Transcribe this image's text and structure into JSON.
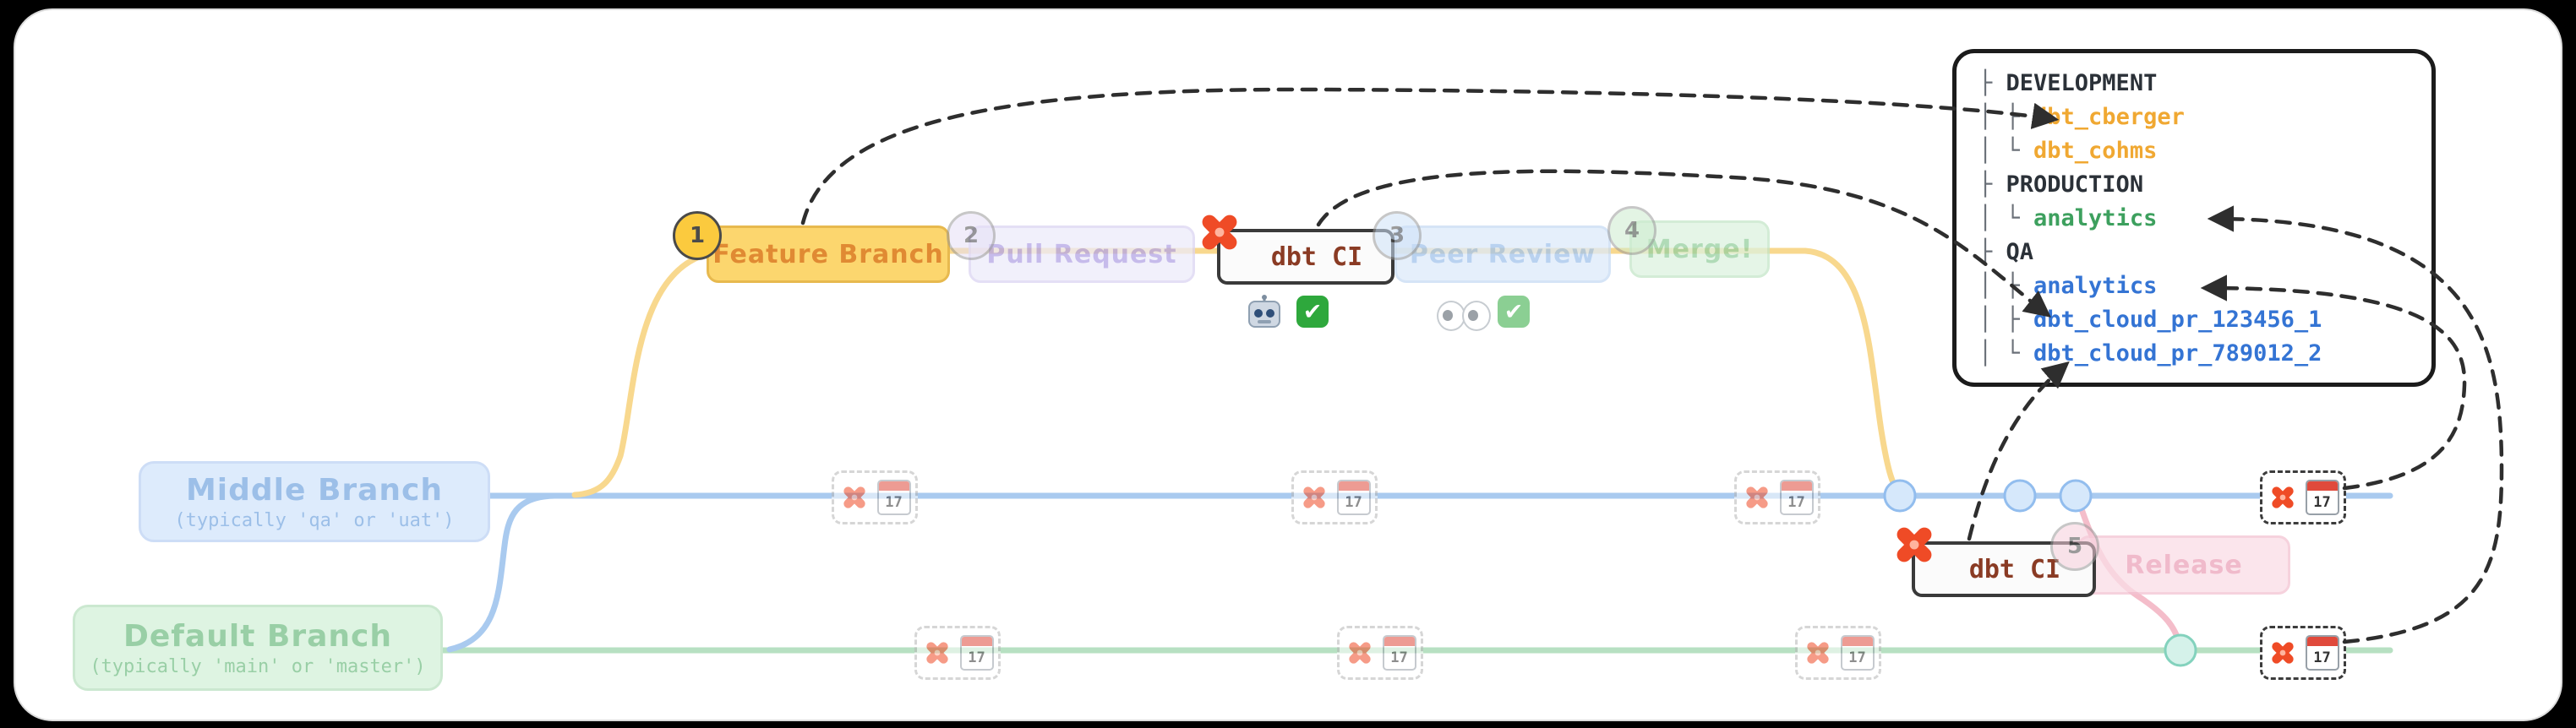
{
  "colors": {
    "dbt_logo": "#ef4b26",
    "feature_yellow": "#f8d88e",
    "middle_blue": "#a9caef",
    "default_green": "#b7e0c2",
    "release_pink": "#f4bdca",
    "dev_schema": "#f0a832",
    "prod_schema": "#3da05e",
    "qa_schema": "#3474d4"
  },
  "timeline": {
    "feature_branch": {
      "badge": "1",
      "label": "Feature Branch"
    },
    "pull_request": {
      "badge": "2",
      "label": "Pull Request"
    },
    "dbt_ci_pr": {
      "label": "dbt CI"
    },
    "peer_review": {
      "badge": "3",
      "label": "Peer Review"
    },
    "merge": {
      "badge": "4",
      "label": "Merge!"
    },
    "release": {
      "badge": "5",
      "label": "Release"
    },
    "dbt_ci_release": {
      "label": "dbt CI"
    }
  },
  "branches": {
    "middle": {
      "title": "Middle Branch",
      "subtitle": "(typically 'qa' or 'uat')"
    },
    "default_branch": {
      "title": "Default Branch",
      "subtitle": "(typically 'main' or 'master')"
    }
  },
  "scheduled_job": {
    "calendar_day": "17"
  },
  "schema_panel": {
    "lines": [
      {
        "prefix": "├ ",
        "name": "DEVELOPMENT"
      },
      {
        "prefix": "│ ├ ",
        "name": "dbt_cberger"
      },
      {
        "prefix": "│ └ ",
        "name": "dbt_cohms"
      },
      {
        "prefix": "├ ",
        "name": "PRODUCTION"
      },
      {
        "prefix": "│ └ ",
        "name": "analytics"
      },
      {
        "prefix": "├ ",
        "name": "QA"
      },
      {
        "prefix": "│ ├ ",
        "name": "analytics"
      },
      {
        "prefix": "│ ├ ",
        "name": "dbt_cloud_pr_123456_1"
      },
      {
        "prefix": "│ └ ",
        "name": "dbt_cloud_pr_789012_2"
      }
    ]
  }
}
